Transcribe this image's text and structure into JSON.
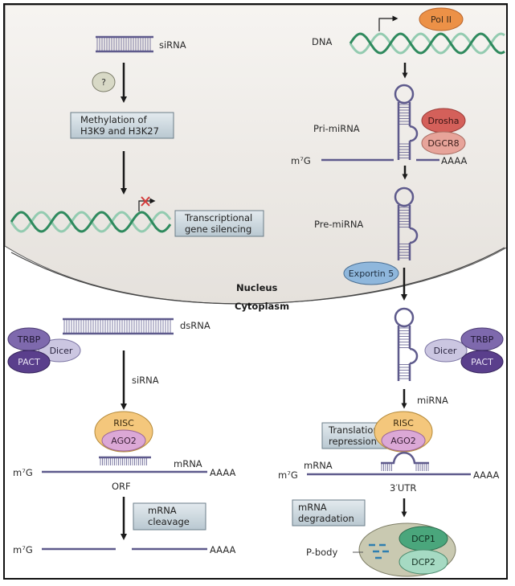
{
  "diagram": {
    "title": "siRNA and miRNA biogenesis and silencing pathways",
    "compartments": {
      "nucleus": "Nucleus",
      "cytoplasm": "Cytoplasm"
    },
    "colors": {
      "nucleus_fill": "#e9e6e2",
      "rna_strand": "#5e5a8c",
      "dna_dark": "#2f8a5e",
      "dna_light": "#93cbb0",
      "box_fill": "#c9d6de",
      "box_stroke": "#6b7d88",
      "arrow": "#1a1a1a",
      "block_x": "#d33a3a",
      "polII": "#ec9147",
      "drosha": "#d4605a",
      "dgcr8": "#e7a49a",
      "exportin": "#8fb7dc",
      "trbp": "#7e69ad",
      "pact": "#5a3f8c",
      "dicer": "#cbc6e1",
      "risc": "#f4c77c",
      "ago2": "#dba8d6",
      "pbody": "#c9c9b1",
      "dcp1": "#4aa67c",
      "dcp2": "#a6dac3",
      "pbody_dash": "#2f7fb0"
    },
    "left_pathway": {
      "nuclear": {
        "sirna_label": "siRNA",
        "unknown_factor": "?",
        "methylation_box": [
          "Methylation of",
          "H3K9 and H3K27"
        ],
        "tgs_box": [
          "Transcriptional",
          "gene silencing"
        ]
      },
      "cytoplasmic": {
        "dsrna_label": "dsRNA",
        "sirna_arrow_label": "siRNA",
        "proteins": {
          "trbp": "TRBP",
          "pact": "PACT",
          "dicer": "Dicer"
        },
        "risc": "RISC",
        "ago2": "AGO2",
        "mrna_label": "mRNA",
        "cap": "m⁷G",
        "polya": "AAAA",
        "orf_label": "ORF",
        "cleavage_box": [
          "mRNA",
          "cleavage"
        ],
        "cleaved_cap": "m⁷G",
        "cleaved_polya": "AAAA"
      }
    },
    "right_pathway": {
      "nuclear": {
        "dna_label": "DNA",
        "polII": "Pol II",
        "pri_mirna_label": "Pri-miRNA",
        "drosha": "Drosha",
        "dgcr8": "DGCR8",
        "cap": "m⁷G",
        "polya": "AAAA",
        "pre_mirna_label": "Pre-miRNA",
        "exportin": "Exportin 5"
      },
      "cytoplasmic": {
        "proteins": {
          "dicer": "Dicer",
          "trbp": "TRBP",
          "pact": "PACT"
        },
        "mirna_arrow_label": "miRNA",
        "repression_box": [
          "Translational",
          "repression"
        ],
        "risc": "RISC",
        "ago2": "AGO2",
        "mrna_label": "mRNA",
        "cap": "m⁷G",
        "polya": "AAAA",
        "utr_label": "3′UTR",
        "degradation_box": [
          "mRNA",
          "degradation"
        ],
        "pbody_label": "P-body",
        "dcp1": "DCP1",
        "dcp2": "DCP2"
      }
    }
  }
}
